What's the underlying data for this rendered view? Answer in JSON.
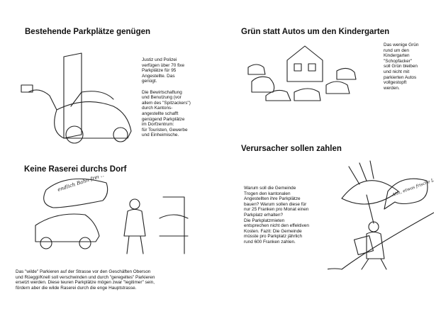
{
  "sections": [
    {
      "title": "Bestehende Parkplätze genügen",
      "body": "Justiz und Polizei\nverfügen über 70 fixe\nParkplätze für 95\nAngestellte. Das\ngenügt.\n\nDie Bewirtschaftung\nund Benutzung (vor\nallem des \"Spitzackers\")\ndurch Kantons-\nangestellte schafft\ngenügend Parkplätze\nim Dorfzentrum:\nfür Touristen, Gewerbe\nund Einheimische."
    },
    {
      "title": "Grün statt Autos um den Kindergarten",
      "body": "Das wenige Grün\nrund um den\nKindergarten\n\"Schopfacker\"\nsoll Grün bleiben\nund nicht mit\nparkierten Autos\nvollgestopft\nwerden."
    },
    {
      "title": "Keine Raserei durchs Dorf",
      "body": "Das \"wilde\" Parkieren auf der Strasse vor den Geschäften Oberson\nund Rüeggi/Knell soll verschwinden und durch \"geregeltes\" Parkieren\nersetzt werden. Diese teuren Parkplätze mögen zwar \"legitimer\" sein,\nfördern aber die wilde Raserei durch die enge Hauptstrasse.",
      "speech_bubble": "endlich Bahn frei !!"
    },
    {
      "title": "Verursacher sollen zahlen",
      "body": "Warum soll die Gemeinde\nTrogen den kantonalen\nAngestellten ihre Parkplätze\nbauen? Warum sollen diese für\nnur 25 Franken pro Monat einen\nParkplatz erhalten?\nDie Parkplatzmieten\nentsprechen nicht den effektiven\nKosten. Fazit: Die Gemeinde\nmüsste pro Parkplatz jährlich\nrund 600 Franken zahlen.",
      "speech_bubble": "Ahh, etwas frische Luft..."
    }
  ]
}
